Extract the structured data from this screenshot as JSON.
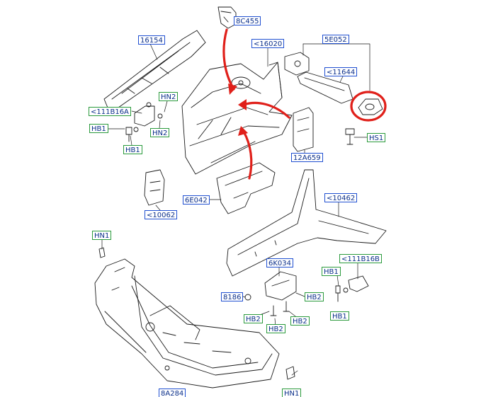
{
  "labels": [
    {
      "text": "8C455",
      "frame": "blue"
    },
    {
      "text": "16154",
      "frame": "blue"
    },
    {
      "text": "<16020",
      "frame": "blue"
    },
    {
      "text": "5E052",
      "frame": "blue"
    },
    {
      "text": "<11644",
      "frame": "blue"
    },
    {
      "text": "HN2",
      "frame": "green"
    },
    {
      "text": "<111B16A",
      "frame": "green"
    },
    {
      "text": "HN2",
      "frame": "green"
    },
    {
      "text": "HB1",
      "frame": "green"
    },
    {
      "text": "HB1",
      "frame": "green"
    },
    {
      "text": "HS1",
      "frame": "green"
    },
    {
      "text": "12A659",
      "frame": "blue"
    },
    {
      "text": "6E042",
      "frame": "blue"
    },
    {
      "text": "<10062",
      "frame": "blue"
    },
    {
      "text": "<10462",
      "frame": "blue"
    },
    {
      "text": "HN1",
      "frame": "green"
    },
    {
      "text": "6K034",
      "frame": "blue"
    },
    {
      "text": "<111B16B",
      "frame": "green"
    },
    {
      "text": "HB1",
      "frame": "green"
    },
    {
      "text": "8186",
      "frame": "blue"
    },
    {
      "text": "HB2",
      "frame": "green"
    },
    {
      "text": "HB2",
      "frame": "green"
    },
    {
      "text": "HB2",
      "frame": "green"
    },
    {
      "text": "HB2",
      "frame": "green"
    },
    {
      "text": "HB1",
      "frame": "green"
    },
    {
      "text": "8A284",
      "frame": "blue"
    },
    {
      "text": "HN1",
      "frame": "green"
    }
  ],
  "colors": {
    "line": "#1a1a1a",
    "blue_frame": "#1f4fd1",
    "green_frame": "#2a9a3c",
    "label_text": "#0b2f8a",
    "highlight": "#e0201a"
  }
}
